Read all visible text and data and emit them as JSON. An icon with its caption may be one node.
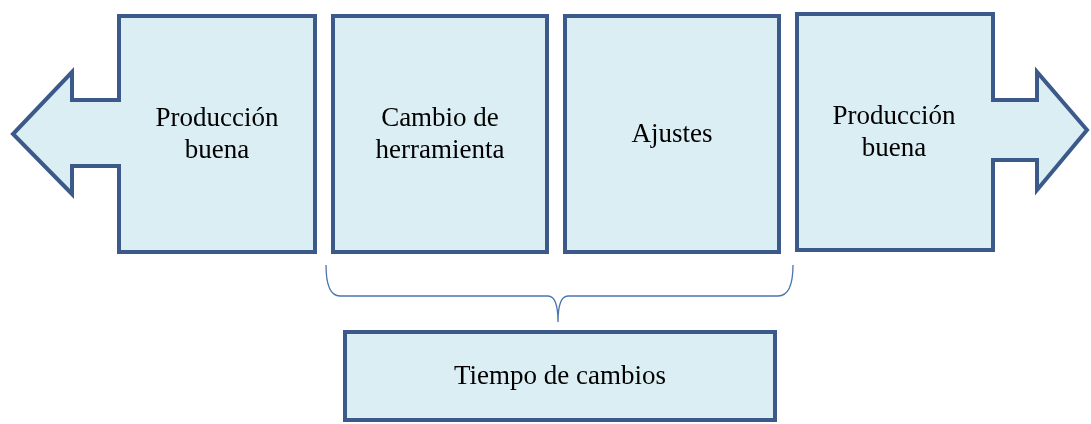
{
  "diagram": {
    "nodes": [
      {
        "text": [
          "Producción buena"
        ]
      },
      {
        "text": [
          "Cambio de herramienta"
        ]
      },
      {
        "text": [
          "Ajustes"
        ]
      },
      {
        "text": [
          "Producción buena"
        ]
      },
      {
        "text": [
          "Tiempo de cambios"
        ]
      }
    ]
  }
}
